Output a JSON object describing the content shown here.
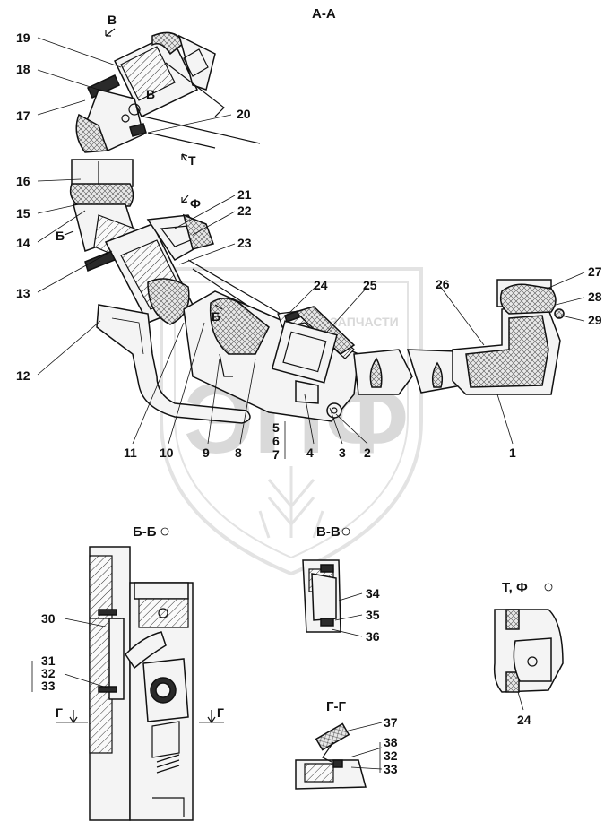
{
  "sections": {
    "aa": "А-А",
    "bb": "Б-Б",
    "vv": "В-В",
    "gg": "Г-Г",
    "tf": "Т, Ф"
  },
  "view_marks": {
    "v_top": "В",
    "v_mid": "В",
    "t": "Т",
    "f": "Ф",
    "b_left": "Б",
    "b_mid": "Б",
    "g_left": "Г",
    "g_right": "Г"
  },
  "callouts": {
    "c1": "1",
    "c2": "2",
    "c3": "3",
    "c4": "4",
    "c5": "5",
    "c6": "6",
    "c7": "7",
    "c8": "8",
    "c9": "9",
    "c10": "10",
    "c11": "11",
    "c12": "12",
    "c13": "13",
    "c14": "14",
    "c15": "15",
    "c16": "16",
    "c17": "17",
    "c18": "18",
    "c19": "19",
    "c20": "20",
    "c21": "21",
    "c22": "22",
    "c23": "23",
    "c24": "24",
    "c25": "25",
    "c26": "26",
    "c27": "27",
    "c28": "28",
    "c29": "29",
    "c30": "30",
    "c31": "31",
    "c32": "32",
    "c33": "33",
    "c34": "34",
    "c35": "35",
    "c36": "36",
    "c37": "37",
    "c38": "38",
    "c32b": "32",
    "c33b": "33",
    "c24b": "24"
  },
  "watermark": {
    "brand": "ЭПФ",
    "caption": "ЗАПЧАСТИ"
  }
}
